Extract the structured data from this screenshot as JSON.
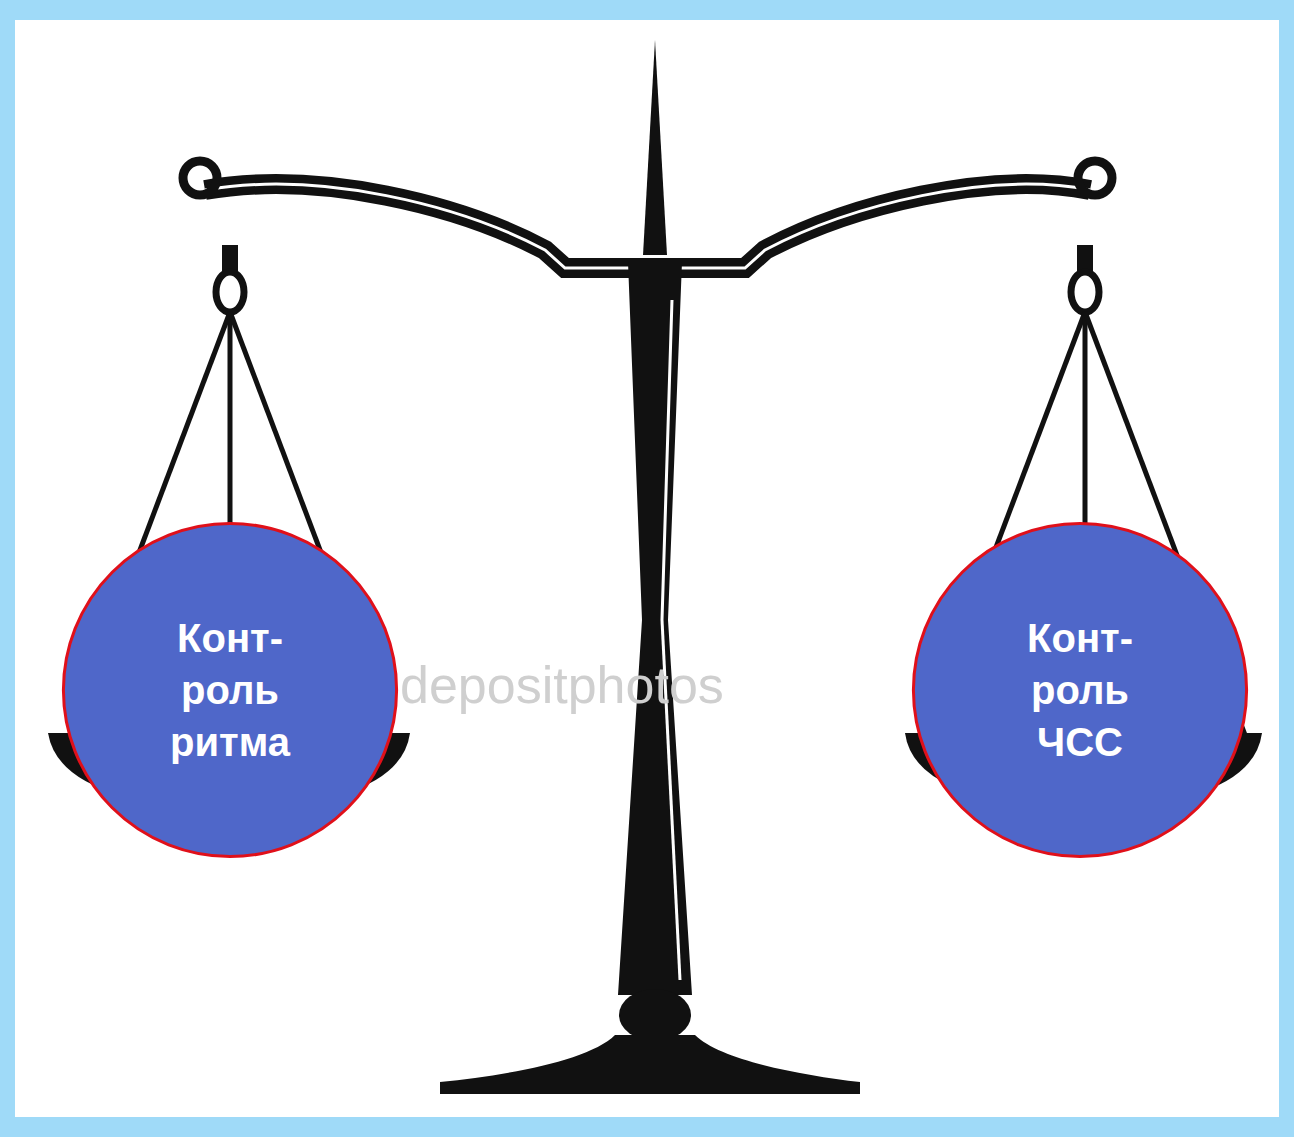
{
  "diagram": {
    "nodes": [
      {
        "text": [
          "Конт- роль ритма"
        ]
      },
      {
        "text": [
          "Конт- роль ЧСС"
        ]
      }
    ],
    "labels": [
      "depositphotos"
    ]
  }
}
